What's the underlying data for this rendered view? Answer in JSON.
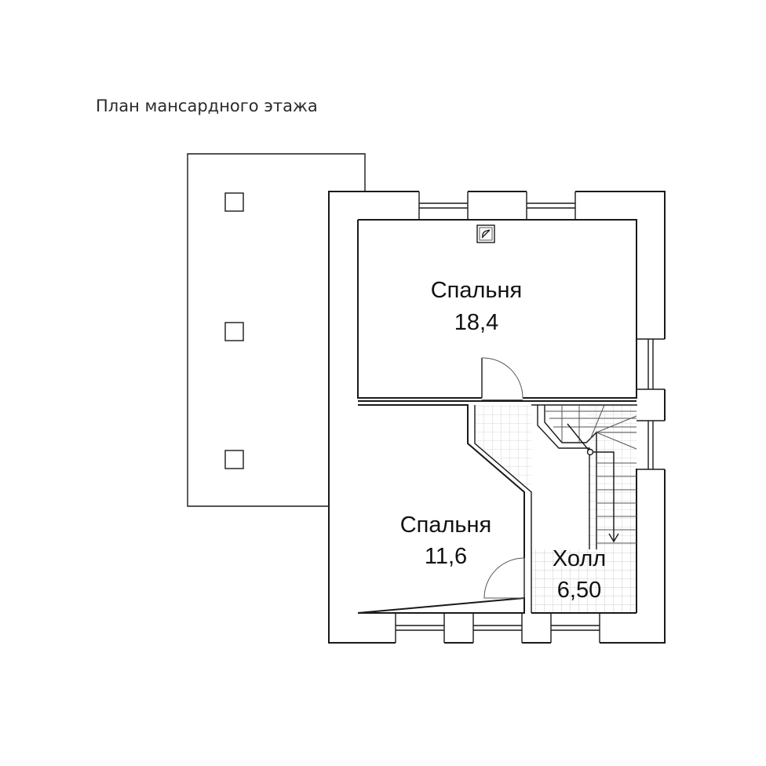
{
  "plan": {
    "title": "План мансардного этажа",
    "rooms": [
      {
        "name": "Спальня",
        "area": "18,4"
      },
      {
        "name": "Спальня",
        "area": "11,6"
      },
      {
        "name": "Холл",
        "area": "6,50"
      }
    ]
  },
  "colors": {
    "line": "#1a1a1a",
    "grid": "#c9c9c9",
    "background": "#ffffff"
  }
}
